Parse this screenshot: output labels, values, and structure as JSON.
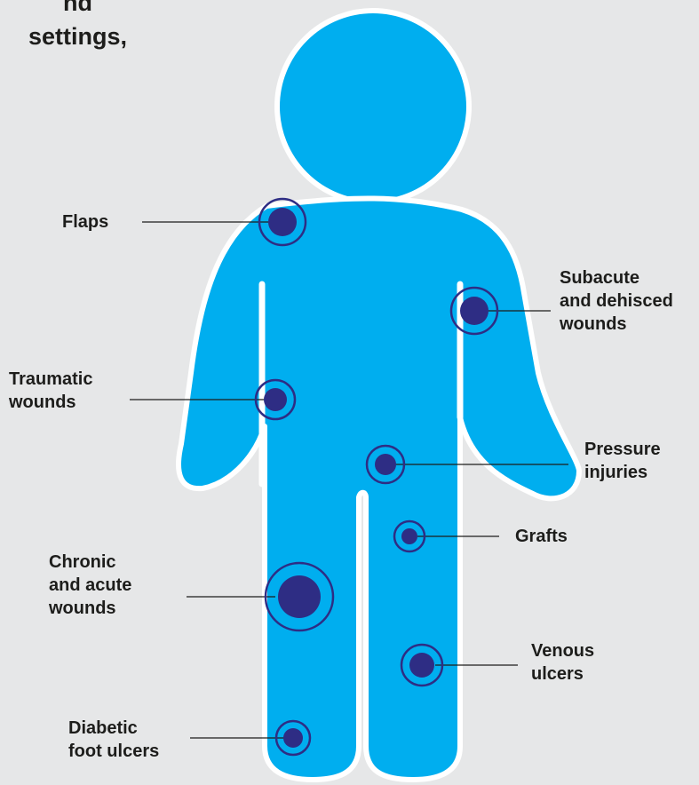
{
  "heading": {
    "line1": "nd",
    "line2": "settings,"
  },
  "colors": {
    "background": "#e6e7e8",
    "body": "#00aeef",
    "outline": "#ffffff",
    "marker": "#2e2d84",
    "ring": "#2e2d84"
  },
  "labels": {
    "flaps": "Flaps",
    "subacute_line1": "Subacute",
    "subacute_line2": "and dehisced",
    "subacute_line3": "wounds",
    "traumatic_line1": "Traumatic",
    "traumatic_line2": "wounds",
    "pressure_line1": "Pressure",
    "pressure_line2": "injuries",
    "grafts": "Grafts",
    "chronic_line1": "Chronic",
    "chronic_line2": "and acute",
    "chronic_line3": "wounds",
    "venous_line1": "Venous",
    "venous_line2": "ulcers",
    "diabetic_line1": "Diabetic",
    "diabetic_line2": "foot ulcers"
  }
}
